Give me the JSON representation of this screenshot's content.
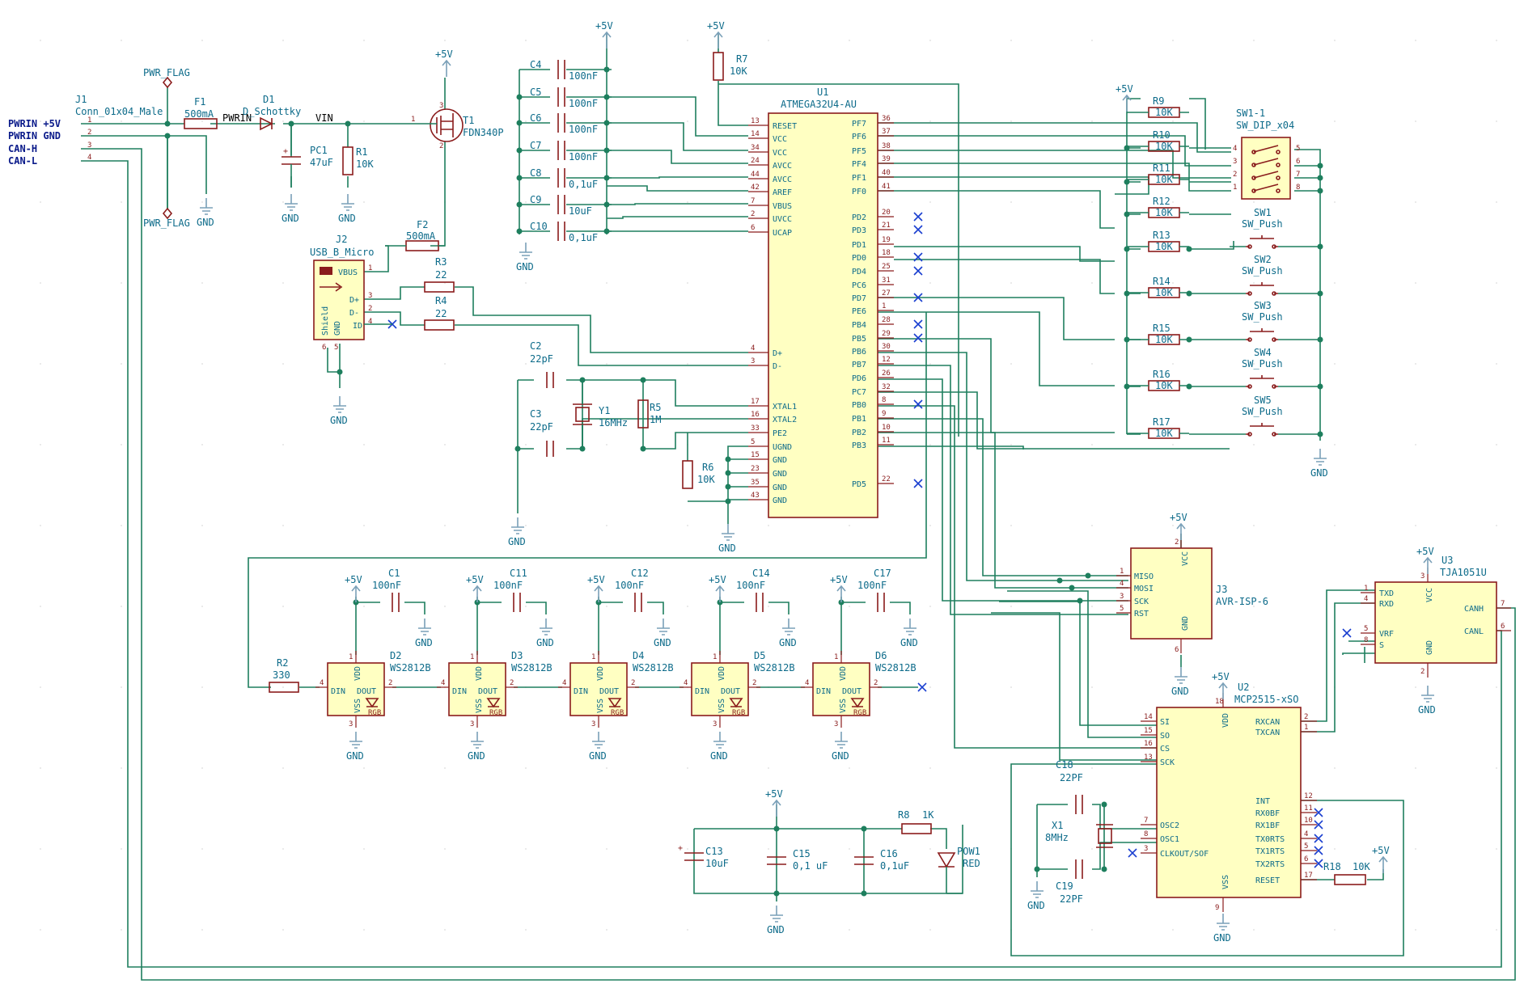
{
  "ports": [
    "PWRIN +5V",
    "PWRIN GND",
    "CAN-H",
    "CAN-L"
  ],
  "nets": {
    "pwrin": "PWRIN",
    "vin": "VIN"
  },
  "power": {
    "p5v": "+5V",
    "gnd": "GND",
    "pwrflag": "PWR_FLAG"
  },
  "components": {
    "J1": {
      "ref": "J1",
      "value": "Conn_01x04_Male"
    },
    "F1": {
      "ref": "F1",
      "value": "500mA"
    },
    "D1": {
      "ref": "D1",
      "value": "D_Schottky"
    },
    "PC1": {
      "ref": "PC1",
      "value": "47uF"
    },
    "R1": {
      "ref": "R1",
      "value": "10K"
    },
    "T1": {
      "ref": "T1",
      "value": "FDN340P"
    },
    "F2": {
      "ref": "F2",
      "value": "500mA"
    },
    "J2": {
      "ref": "J2",
      "value": "USB_B_Micro"
    },
    "R3": {
      "ref": "R3",
      "value": "22"
    },
    "R4": {
      "ref": "R4",
      "value": "22"
    },
    "C2": {
      "ref": "C2",
      "value": "22pF"
    },
    "C3": {
      "ref": "C3",
      "value": "22pF"
    },
    "Y1": {
      "ref": "Y1",
      "value": "16MHz"
    },
    "R5": {
      "ref": "R5",
      "value": "1M"
    },
    "R6": {
      "ref": "R6",
      "value": "10K"
    },
    "R7": {
      "ref": "R7",
      "value": "10K"
    },
    "C4": {
      "ref": "C4",
      "value": "100nF"
    },
    "C5": {
      "ref": "C5",
      "value": "100nF"
    },
    "C6": {
      "ref": "C6",
      "value": "100nF"
    },
    "C7": {
      "ref": "C7",
      "value": "100nF"
    },
    "C8": {
      "ref": "C8",
      "value": "0,1uF"
    },
    "C9": {
      "ref": "C9",
      "value": "10uF"
    },
    "C10": {
      "ref": "C10",
      "value": "0,1uF"
    },
    "U1": {
      "ref": "U1",
      "value": "ATMEGA32U4-AU"
    },
    "R9": {
      "ref": "R9",
      "value": "10K"
    },
    "R10": {
      "ref": "R10",
      "value": "10K"
    },
    "R11": {
      "ref": "R11",
      "value": "10K"
    },
    "R12": {
      "ref": "R12",
      "value": "10K"
    },
    "R13": {
      "ref": "R13",
      "value": "10K"
    },
    "R14": {
      "ref": "R14",
      "value": "10K"
    },
    "R15": {
      "ref": "R15",
      "value": "10K"
    },
    "R16": {
      "ref": "R16",
      "value": "10K"
    },
    "R17": {
      "ref": "R17",
      "value": "10K"
    },
    "SW1-1": {
      "ref": "SW1-1",
      "value": "SW_DIP_x04"
    },
    "SW1": {
      "ref": "SW1",
      "value": "SW_Push"
    },
    "SW2": {
      "ref": "SW2",
      "value": "SW_Push"
    },
    "SW3": {
      "ref": "SW3",
      "value": "SW_Push"
    },
    "SW4": {
      "ref": "SW4",
      "value": "SW_Push"
    },
    "SW5": {
      "ref": "SW5",
      "value": "SW_Push"
    },
    "R2": {
      "ref": "R2",
      "value": "330"
    },
    "C1": {
      "ref": "C1",
      "value": "100nF"
    },
    "C11": {
      "ref": "C11",
      "value": "100nF"
    },
    "C12": {
      "ref": "C12",
      "value": "100nF"
    },
    "C14": {
      "ref": "C14",
      "value": "100nF"
    },
    "C17": {
      "ref": "C17",
      "value": "100nF"
    },
    "D2": {
      "ref": "D2",
      "value": "WS2812B"
    },
    "D3": {
      "ref": "D3",
      "value": "WS2812B"
    },
    "D4": {
      "ref": "D4",
      "value": "WS2812B"
    },
    "D5": {
      "ref": "D5",
      "value": "WS2812B"
    },
    "D6": {
      "ref": "D6",
      "value": "WS2812B"
    },
    "J3": {
      "ref": "J3",
      "value": "AVR-ISP-6"
    },
    "U2": {
      "ref": "U2",
      "value": "MCP2515-xSO"
    },
    "U3": {
      "ref": "U3",
      "value": "TJA1051U"
    },
    "C18": {
      "ref": "C18",
      "value": "22PF"
    },
    "C19": {
      "ref": "C19",
      "value": "22PF"
    },
    "X1": {
      "ref": "X1",
      "value": "8MHz"
    },
    "R18": {
      "ref": "R18",
      "value": "10K"
    },
    "C13": {
      "ref": "C13",
      "value": "10uF"
    },
    "C15": {
      "ref": "C15",
      "value": "0,1 uF"
    },
    "C16": {
      "ref": "C16",
      "value": "0,1uF"
    },
    "R8": {
      "ref": "R8",
      "value": "1K"
    },
    "POW1": {
      "ref": "POW1",
      "value": "RED"
    }
  },
  "u1_left": [
    {
      "num": "13",
      "name": "RESET"
    },
    {
      "num": "14",
      "name": "VCC"
    },
    {
      "num": "34",
      "name": "VCC"
    },
    {
      "num": "24",
      "name": "AVCC"
    },
    {
      "num": "44",
      "name": "AVCC"
    },
    {
      "num": "42",
      "name": "AREF"
    },
    {
      "num": "7",
      "name": "VBUS"
    },
    {
      "num": "2",
      "name": "UVCC"
    },
    {
      "num": "6",
      "name": "UCAP"
    },
    {
      "num": "4",
      "name": "D+"
    },
    {
      "num": "3",
      "name": "D-"
    },
    {
      "num": "17",
      "name": "XTAL1"
    },
    {
      "num": "16",
      "name": "XTAL2"
    },
    {
      "num": "33",
      "name": "PE2"
    },
    {
      "num": "5",
      "name": "UGND"
    },
    {
      "num": "15",
      "name": "GND"
    },
    {
      "num": "23",
      "name": "GND"
    },
    {
      "num": "35",
      "name": "GND"
    },
    {
      "num": "43",
      "name": "GND"
    }
  ],
  "u1_right": [
    {
      "num": "36",
      "name": "PF7"
    },
    {
      "num": "37",
      "name": "PF6"
    },
    {
      "num": "38",
      "name": "PF5"
    },
    {
      "num": "39",
      "name": "PF4"
    },
    {
      "num": "40",
      "name": "PF1"
    },
    {
      "num": "41",
      "name": "PF0"
    },
    {
      "num": "20",
      "name": "PD2"
    },
    {
      "num": "21",
      "name": "PD3"
    },
    {
      "num": "19",
      "name": "PD1"
    },
    {
      "num": "18",
      "name": "PD0"
    },
    {
      "num": "25",
      "name": "PD4"
    },
    {
      "num": "31",
      "name": "PC6"
    },
    {
      "num": "27",
      "name": "PD7"
    },
    {
      "num": "1",
      "name": "PE6"
    },
    {
      "num": "28",
      "name": "PB4"
    },
    {
      "num": "29",
      "name": "PB5"
    },
    {
      "num": "30",
      "name": "PB6"
    },
    {
      "num": "12",
      "name": "PB7"
    },
    {
      "num": "26",
      "name": "PD6"
    },
    {
      "num": "32",
      "name": "PC7"
    },
    {
      "num": "8",
      "name": "PB0"
    },
    {
      "num": "9",
      "name": "PB1"
    },
    {
      "num": "10",
      "name": "PB2"
    },
    {
      "num": "11",
      "name": "PB3"
    },
    {
      "num": "22",
      "name": "PD5"
    }
  ],
  "j2_pins": [
    {
      "num": "1",
      "name": "VBUS"
    },
    {
      "num": "3",
      "name": "D+"
    },
    {
      "num": "2",
      "name": "D-"
    },
    {
      "num": "4",
      "name": "ID"
    },
    {
      "num": "6",
      "name": "Shield"
    },
    {
      "num": "5",
      "name": "GND"
    }
  ],
  "j3_pins": [
    {
      "num": "1",
      "name": "MISO"
    },
    {
      "num": "4",
      "name": "MOSI"
    },
    {
      "num": "3",
      "name": "SCK"
    },
    {
      "num": "5",
      "name": "RST"
    },
    {
      "num": "2",
      "name": "VCC"
    },
    {
      "num": "6",
      "name": "GND"
    }
  ],
  "u2_left": [
    {
      "num": "14",
      "name": "SI"
    },
    {
      "num": "15",
      "name": "SO"
    },
    {
      "num": "16",
      "name": "CS"
    },
    {
      "num": "13",
      "name": "SCK"
    },
    {
      "num": "7",
      "name": "OSC2"
    },
    {
      "num": "8",
      "name": "OSC1"
    },
    {
      "num": "3",
      "name": "CLKOUT/SOF"
    }
  ],
  "u2_right": [
    {
      "num": "2",
      "name": "RXCAN"
    },
    {
      "num": "1",
      "name": "TXCAN"
    },
    {
      "num": "12",
      "name": "INT"
    },
    {
      "num": "11",
      "name": "RX0BF"
    },
    {
      "num": "10",
      "name": "RX1BF"
    },
    {
      "num": "4",
      "name": "TX0RTS"
    },
    {
      "num": "5",
      "name": "TX1RTS"
    },
    {
      "num": "6",
      "name": "TX2RTS"
    },
    {
      "num": "17",
      "name": "RESET"
    }
  ],
  "u2_other": [
    {
      "num": "18",
      "name": "VDD"
    },
    {
      "num": "9",
      "name": "VSS"
    }
  ],
  "u3_pins": [
    {
      "num": "1",
      "name": "TXD"
    },
    {
      "num": "4",
      "name": "RXD"
    },
    {
      "num": "5",
      "name": "VRF"
    },
    {
      "num": "8",
      "name": "S"
    },
    {
      "num": "3",
      "name": "VCC"
    },
    {
      "num": "2",
      "name": "GND"
    },
    {
      "num": "7",
      "name": "CANH"
    },
    {
      "num": "6",
      "name": "CANL"
    }
  ],
  "led_pins": [
    {
      "num": "1",
      "name": "VDD"
    },
    {
      "num": "4",
      "name": "DIN"
    },
    {
      "num": "2",
      "name": "DOUT"
    },
    {
      "num": "3",
      "name": "VSS"
    },
    {
      "num": "RGB",
      "name": "RGB"
    }
  ],
  "sw_dip_pins": [
    "4",
    "3",
    "2",
    "1",
    "5",
    "6",
    "7",
    "8"
  ],
  "j1_pins": [
    "1",
    "2",
    "3",
    "4"
  ]
}
